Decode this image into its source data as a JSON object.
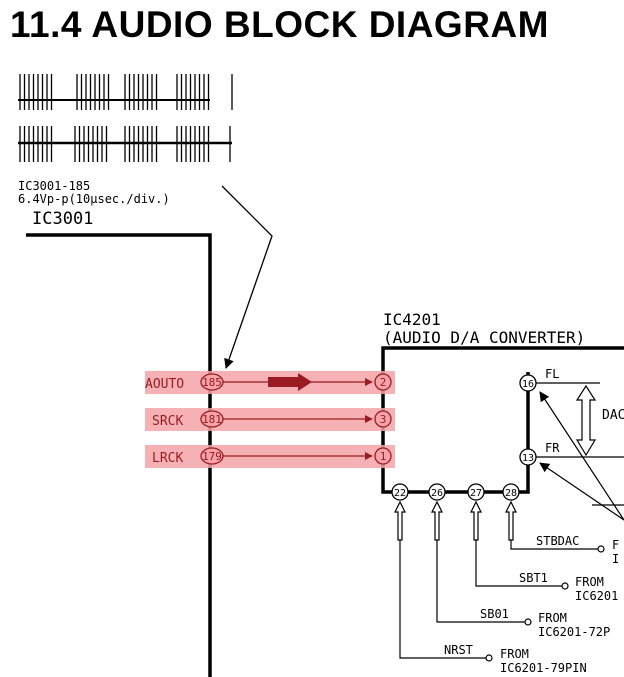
{
  "title": "11.4  AUDIO BLOCK DIAGRAM",
  "colors": {
    "line": "#000000",
    "highlight": "#f5a3a8",
    "signal": "#9b1b23"
  },
  "waveform": {
    "caption_line1": "IC3001-185",
    "caption_line2": "6.4Vp-p(10μsec./div.)"
  },
  "ic3001": {
    "label": "IC3001"
  },
  "ic4201": {
    "label": "IC4201",
    "description": "(AUDIO D/A CONVERTER)"
  },
  "signals": [
    {
      "name": "AOUTO",
      "src_pin": "185",
      "dst_pin": "2"
    },
    {
      "name": "SRCK",
      "src_pin": "181",
      "dst_pin": "3"
    },
    {
      "name": "LRCK",
      "src_pin": "179",
      "dst_pin": "1"
    }
  ],
  "outputs": [
    {
      "pin": "16",
      "name": "FL"
    },
    {
      "pin": "13",
      "name": "FR"
    }
  ],
  "dac_label": "DAC",
  "inputs": [
    {
      "pin": "28",
      "name": "STBDAC",
      "from_1": "F",
      "from_2": "I"
    },
    {
      "pin": "27",
      "name": "SBT1",
      "from_1": "FROM",
      "from_2": "IC6201"
    },
    {
      "pin": "26",
      "name": "SB01",
      "from_1": "FROM",
      "from_2": "IC6201-72P"
    },
    {
      "pin": "22",
      "name": "NRST",
      "from_1": "FROM",
      "from_2": "IC6201-79PIN"
    }
  ]
}
